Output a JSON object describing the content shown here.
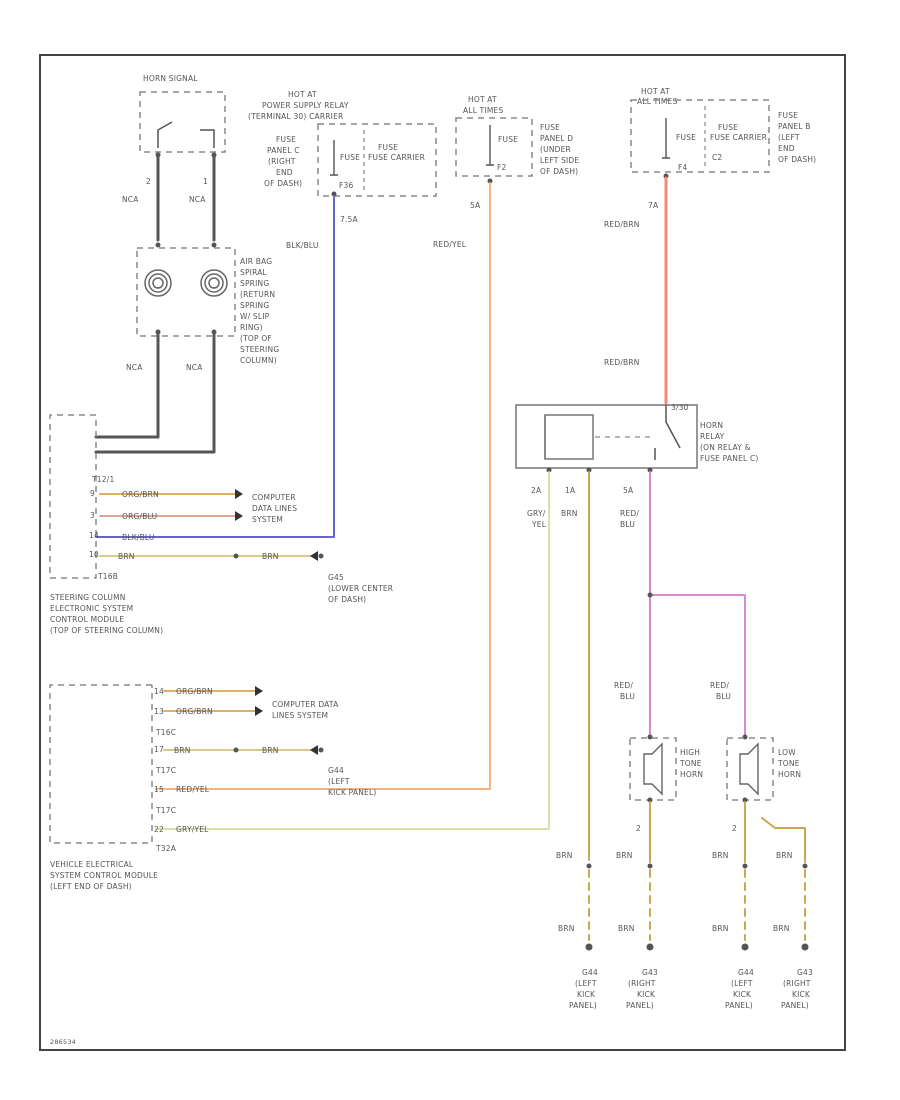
{
  "diagram": {
    "horn_switch": {
      "title": "HORN SIGNAL",
      "wire_left": "NCA",
      "wire_right": "NCA",
      "pin_left": "2",
      "pin_right": "1"
    },
    "clock_spring": {
      "lines": [
        "AIR BAG",
        "SPIRAL",
        "SPRING",
        "(RETURN",
        "SPRING",
        "W/ SLIP",
        "RING)",
        "(TOP OF",
        "STEERING",
        "COLUMN)"
      ],
      "wire_left": "NCA",
      "wire_right": "NCA"
    },
    "power_relay": {
      "hot": "HOT AT",
      "lines": [
        "POWER SUPPLY RELAY",
        "(TERMINAL 30) CARRIER"
      ],
      "fuse": "FUSE",
      "fuse_carrier": "FUSE CARRIER",
      "panel_lines": [
        "FUSE",
        "PANEL C",
        "(RIGHT",
        "END",
        "OF DASH)"
      ],
      "fuse_no": "F36",
      "amp": "7.5A",
      "wire": "BLK/BLU"
    },
    "fuse_panel_d": {
      "hot": "HOT AT",
      "hot2": "ALL TIMES",
      "fuse": "FUSE",
      "fuse_no": "F2",
      "panel_lines": [
        "FUSE",
        "PANEL D",
        "(UNDER",
        "LEFT SIDE",
        "OF DASH)"
      ],
      "amp": "5A",
      "wire": "RED/YEL"
    },
    "fuse_panel_b": {
      "hot": "HOT AT",
      "hot2": "ALL TIMES",
      "fuse": "FUSE",
      "fuse_carrier": "FUSE CARRIER",
      "fuse_no": "F4",
      "sub": "C2",
      "panel_lines": [
        "FUSE",
        "PANEL B",
        "(LEFT",
        "END",
        "OF DASH)"
      ],
      "amp": "7A",
      "wire": "RED/BRN"
    },
    "horn_relay": {
      "lines": [
        "HORN",
        "RELAY",
        "(ON RELAY &",
        "FUSE PANEL C)"
      ],
      "wire_in": "RED/BRN",
      "pin_in": "3/30",
      "pins": [
        "2A",
        "1A",
        "5A"
      ],
      "wire_a": [
        "GRY/",
        "YEL"
      ],
      "wire_b": "BRN",
      "wire_c": [
        "RED/",
        "BLU"
      ]
    },
    "sccm": {
      "connectors": [
        "T12/1",
        "T16B"
      ],
      "rows": [
        "ORG/BRN",
        "ORG/BLU",
        "BLK/BLU",
        "BRN"
      ],
      "pins": [
        "9",
        "3",
        "14",
        "10"
      ],
      "computer": [
        "COMPUTER",
        "DATA LINES",
        "SYSTEM"
      ],
      "ground_wire": "BRN",
      "ground": [
        "G45",
        "(LOWER CENTER",
        "OF DASH)"
      ],
      "lines": [
        "STEERING COLUMN",
        "ELECTRONIC SYSTEM",
        "CONTROL MODULE",
        "(TOP OF STEERING COLUMN)"
      ]
    },
    "vescm": {
      "rows": [
        "ORG/BRN",
        "ORG/BRN",
        "BRN",
        "RED/YEL",
        "GRY/YEL"
      ],
      "pins": [
        "14",
        "13",
        "17",
        "15",
        "22"
      ],
      "connectors": [
        "T16C",
        "T17C",
        "T32A"
      ],
      "computer": [
        "COMPUTER DATA",
        "LINES SYSTEM"
      ],
      "ground_wire": "BRN",
      "ground": [
        "G44",
        "(LEFT",
        "KICK PANEL)"
      ],
      "lines": [
        "VEHICLE ELECTRICAL",
        "SYSTEM CONTROL MODULE",
        "(LEFT END OF DASH)"
      ]
    },
    "high_horn": {
      "wire": [
        "RED/",
        "BLU"
      ],
      "lines": [
        "HIGH",
        "TONE",
        "HORN"
      ],
      "pin": "2",
      "wire_out": "BRN"
    },
    "low_horn": {
      "wire": [
        "RED/",
        "BLU"
      ],
      "lines": [
        "LOW",
        "TONE",
        "HORN"
      ],
      "pin": "2",
      "wire_out": "BRN"
    },
    "grounds": [
      {
        "wire": "BRN",
        "lines": [
          "G44",
          "(LEFT",
          "KICK",
          "PANEL)"
        ]
      },
      {
        "wire": "BRN",
        "lines": [
          "G43",
          "(RIGHT",
          "KICK",
          "PANEL)"
        ]
      },
      {
        "wire": "BRN",
        "lines": [
          "G44",
          "(LEFT",
          "KICK",
          "PANEL)"
        ]
      },
      {
        "wire": "BRN",
        "lines": [
          "G43",
          "(RIGHT",
          "KICK",
          "PANEL)"
        ]
      }
    ],
    "ground_upper_wire": "BRN",
    "figure_code": "286534"
  },
  "colors": {
    "frame": "#444444",
    "red_brn": "#f08a78",
    "red_yel": "#f6b37c",
    "gry_yel": "#d9e0a8",
    "brn": "#c8a850",
    "red_blu": "#d88ad8",
    "blk_blu": "#6666cc",
    "org_brn": "#e0b060",
    "org_blu": "#e0a890",
    "nca": "#555555"
  }
}
